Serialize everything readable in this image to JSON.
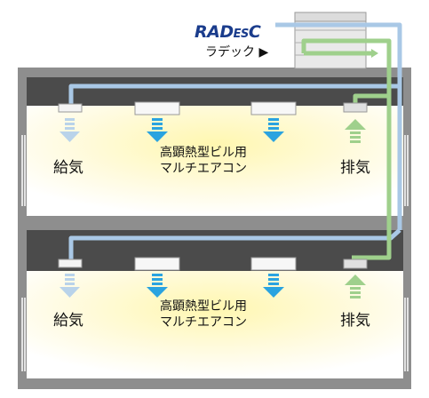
{
  "brand": {
    "logo_main": "RAD",
    "logo_small": "ES",
    "logo_end": "C",
    "product": "ラデック",
    "arrow": "▶"
  },
  "floors": [
    {
      "supply": "給気",
      "unit_line1": "高顕熱型ビル用",
      "unit_line2": "マルチエアコン",
      "exhaust": "排気"
    },
    {
      "supply": "給気",
      "unit_line1": "高顕熱型ビル用",
      "unit_line2": "マルチエアコン",
      "exhaust": "排気"
    }
  ],
  "colors": {
    "supply_duct": "#a9c8e6",
    "exhaust_duct": "#9fd08c",
    "ceiling": "#4a4a4a",
    "wall": "#888888",
    "light": "#fff6a8",
    "ac_arrow": "#2aa3e0"
  }
}
